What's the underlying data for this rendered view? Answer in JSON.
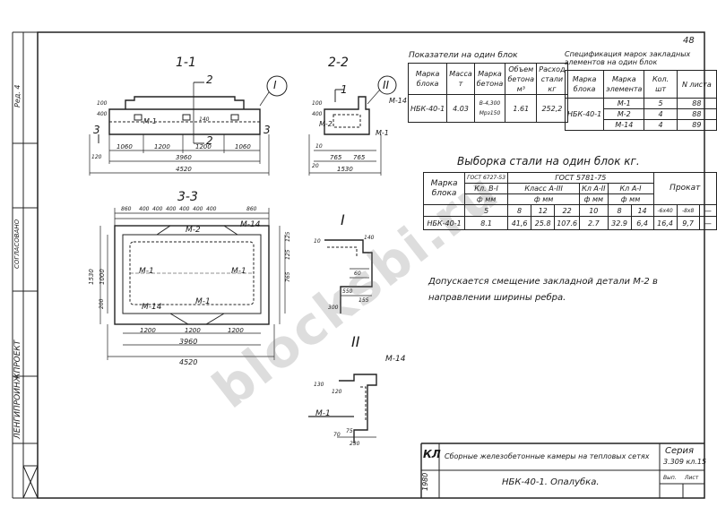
{
  "sheet_number": "48",
  "side_stamp_top": "Ред. 4",
  "side_company": "ЛЕНГИПРОИНЖПРОЕКТ",
  "side_agreed": "СОГЛАСОВАНО",
  "sections": {
    "s11": "1-1",
    "s22": "2-2",
    "s33": "3-3",
    "nodeI": "I",
    "nodeII": "II",
    "cut2": "2",
    "cut3": "3",
    "cut1": "1"
  },
  "labels": {
    "m1": "М-1",
    "m2": "М-2",
    "m14": "М-14"
  },
  "dims_11": {
    "h1": "100",
    "h2": "400",
    "h3": "140",
    "a": "1060",
    "b": "1200",
    "c": "1200",
    "d": "1060",
    "e": "120",
    "total_inner": "3960",
    "total": "4520"
  },
  "dims_22": {
    "h1": "100",
    "h2": "400",
    "w1": "10",
    "w2": "765",
    "w3": "765",
    "e": "20",
    "total": "1530"
  },
  "dims_33": {
    "top": [
      "860",
      "400",
      "400",
      "400",
      "400",
      "400",
      "400",
      "860"
    ],
    "left": [
      "1530",
      "1000",
      "200"
    ],
    "right": [
      "125",
      "125",
      "765"
    ],
    "bot_inner": [
      "1200",
      "1200",
      "1200"
    ],
    "inner": "3960",
    "total": "4520"
  },
  "dims_I": {
    "a": "10",
    "b": "60",
    "c": "550",
    "d": "155",
    "e": "140",
    "f": "300"
  },
  "dims_II": {
    "a": "130",
    "b": "120",
    "c": "75",
    "d": "230",
    "e": "70"
  },
  "block_table": {
    "title": "Показатели на один блок",
    "headers": [
      "Марка блока",
      "Масса т",
      "Марка бетона",
      "Объем бетона м³",
      "Расход стали кг"
    ],
    "row": [
      "НБК-40-1",
      "4.03",
      "В-4,300 Мрз150",
      "1.61",
      "252,2"
    ]
  },
  "spec_table": {
    "title": "Спецификация марок закладных элементов на один блок",
    "headers": [
      "Марка блока",
      "Марка элемента",
      "Кол. шт",
      "N листа"
    ],
    "mark": "НБК-40-1",
    "rows": [
      [
        "М-1",
        "5",
        "88"
      ],
      [
        "М-2",
        "4",
        "88"
      ],
      [
        "М-14",
        "4",
        "89"
      ]
    ]
  },
  "steel_table": {
    "title": "Выборка стали на один блок кг.",
    "gost1": "ГОСТ 5781-75",
    "gost0": "ГОСТ 6727-53",
    "head_mark": "Марка блока",
    "head_cols": [
      "Кл. В-I",
      "Класс А-III",
      "Кл А-II",
      "Кл А-I"
    ],
    "diam_label": "ф мм",
    "diams": [
      "5",
      "8",
      "12",
      "22",
      "10",
      "8",
      "14"
    ],
    "rolled": "Прокат",
    "rolled_sub": [
      "-6х40",
      "-8х8"
    ],
    "row_mark": "НБК-40-1",
    "row": [
      "8.1",
      "41,6",
      "25.8",
      "107.6",
      "2.7",
      "32.9",
      "6,4",
      "16,4",
      "9,7",
      "—"
    ],
    "row_extra": "—"
  },
  "note": "Допускается смещение закладной детали М-2 в направлении ширины ребра.",
  "title_block": {
    "kl": "КЛ",
    "subject": "Сборные железобетонные камеры на тепловых сетях",
    "year": "1980",
    "sheet_title": "НБК-40-1. Опалубка.",
    "series_label": "Серия",
    "series": "3.309 кл.15",
    "issue": "Вып.",
    "sheet": "Лист"
  },
  "watermark": "blocksbi.ru",
  "colors": {
    "ink": "#1a1a1a",
    "paper": "#ffffff",
    "watermark": "#787878"
  }
}
